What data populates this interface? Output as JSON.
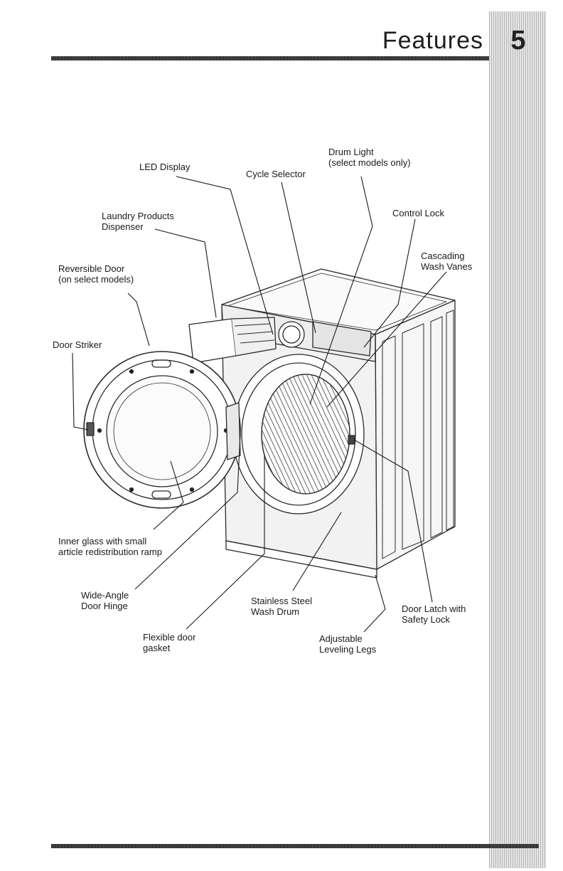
{
  "header": {
    "title": "Features",
    "page_number": "5"
  },
  "diagram": {
    "labels": {
      "led_display": "LED Display",
      "cycle_selector": "Cycle Selector",
      "drum_light": [
        "Drum Light",
        "(select models only)"
      ],
      "laundry_products_dispenser": [
        "Laundry Products",
        "Dispenser"
      ],
      "control_lock": "Control Lock",
      "cascading_wash_vanes": [
        "Cascading",
        "Wash Vanes"
      ],
      "reversible_door": [
        "Reversible Door",
        "(on select models)"
      ],
      "door_striker": "Door Striker",
      "inner_glass": [
        "Inner glass with small",
        "article redistribution ramp"
      ],
      "wide_angle_door_hinge": [
        "Wide-Angle",
        "Door Hinge"
      ],
      "stainless_steel_wash_drum": [
        "Stainless Steel",
        "Wash Drum"
      ],
      "door_latch": [
        "Door Latch with",
        "Safety Lock"
      ],
      "flexible_door_gasket": [
        "Flexible door",
        "gasket"
      ],
      "adjustable_leveling_legs": [
        "Adjustable",
        "Leveling Legs"
      ]
    }
  },
  "colors": {
    "ink": "#1a1a1a",
    "strip": "#cfcfcf"
  }
}
